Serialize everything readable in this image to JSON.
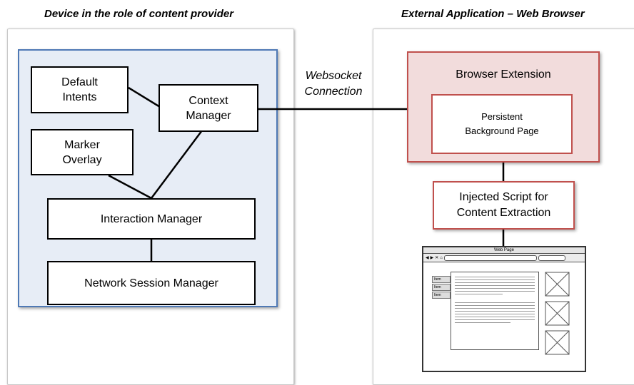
{
  "left_heading": "Device in the role of content provider",
  "right_heading": "External Application – Web Browser",
  "device": {
    "default_intents": "Default Intents",
    "context_manager": "Context Manager",
    "marker_overlay": "Marker Overlay",
    "interaction_manager": "Interaction Manager",
    "network_session_manager": "Network Session Manager"
  },
  "connection": {
    "label_line1": "Websocket",
    "label_line2": "Connection"
  },
  "browser": {
    "extension_title": "Browser Extension",
    "background_page": "Persistent Background Page",
    "injected_script": "Injected Script for Content Extraction"
  },
  "webpage_mock": {
    "title": "Web Page",
    "tabs": [
      "Item",
      "Item",
      "Item"
    ]
  },
  "colors": {
    "blue_border": "#4f79b5",
    "blue_fill": "#e7edf6",
    "red_border": "#c0504d",
    "red_fill": "#f2dcdc"
  }
}
